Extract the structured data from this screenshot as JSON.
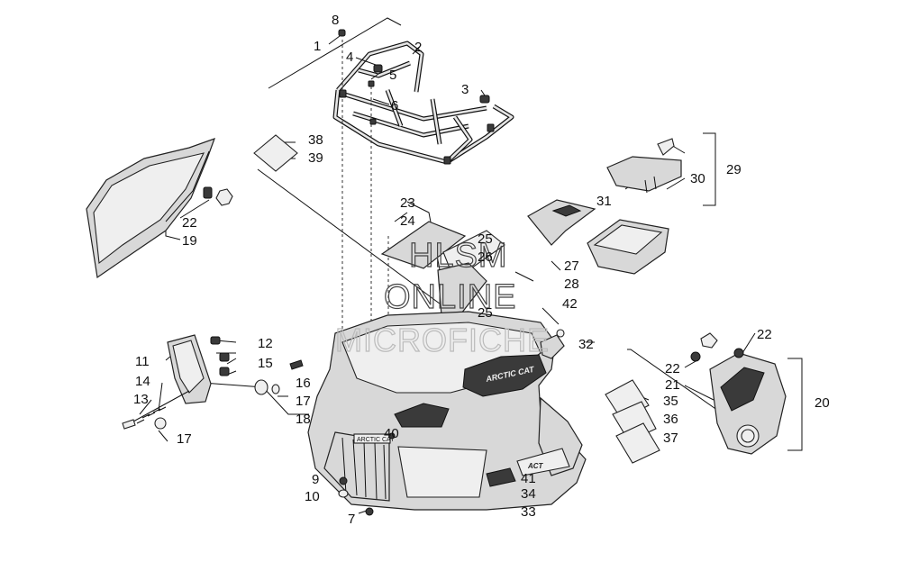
{
  "diagram": {
    "callouts": {
      "c1": "1",
      "c2": "2",
      "c3": "3",
      "c4": "4",
      "c5": "5",
      "c6": "6",
      "c7": "7",
      "c8": "8",
      "c9": "9",
      "c10": "10",
      "c11": "11",
      "c12": "12",
      "c13": "13",
      "c14": "14",
      "c15": "15",
      "c16": "16",
      "c17a": "17",
      "c17b": "17",
      "c18": "18",
      "c19": "19",
      "c20": "20",
      "c21": "21",
      "c22a": "22",
      "c22b": "22",
      "c22c": "22",
      "c23": "23",
      "c24": "24",
      "c25a": "25",
      "c25b": "25",
      "c26": "26",
      "c27": "27",
      "c28": "28",
      "c29": "29",
      "c30": "30",
      "c31": "31",
      "c32": "32",
      "c33": "33",
      "c34": "34",
      "c35": "35",
      "c36": "36",
      "c37": "37",
      "c38": "38",
      "c39": "39",
      "c40": "40",
      "c41": "41",
      "c42": "42"
    },
    "badge_text": "ARCTIC CAT",
    "grille_text": "ARCTIC CAT",
    "side_decal_text": "ACT",
    "watermark": {
      "line1": "HLSM",
      "line2": "ONLINE",
      "line3": "MICROFICHE"
    }
  }
}
